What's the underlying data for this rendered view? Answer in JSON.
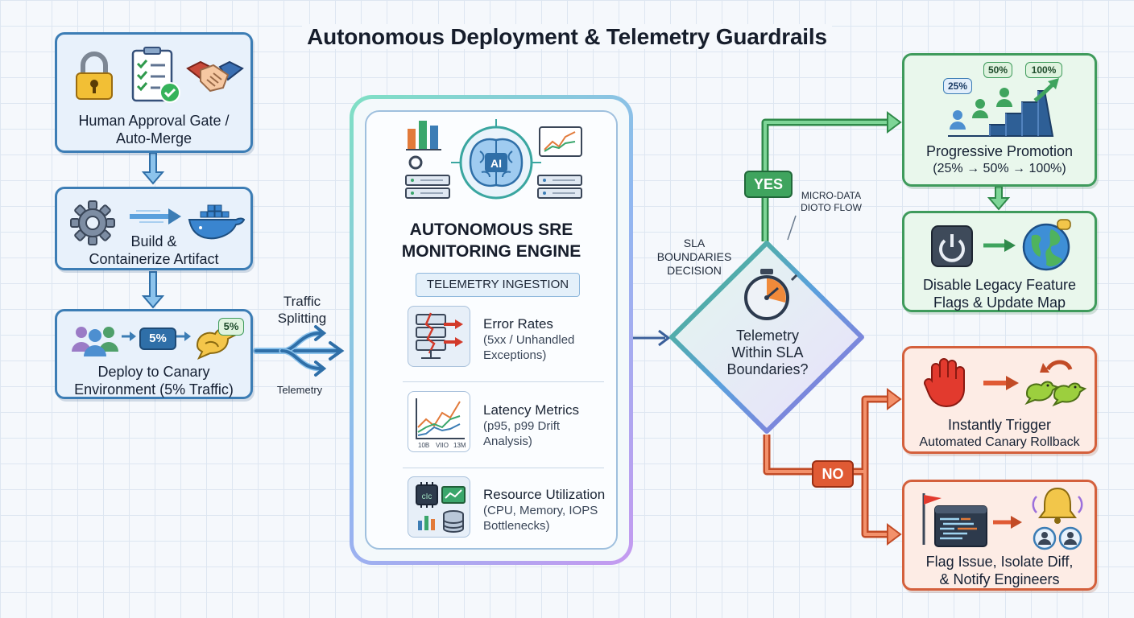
{
  "title": "Autonomous Deployment & Telemetry Guardrails",
  "left_pipeline": {
    "approval": {
      "line1": "Human Approval Gate /",
      "line2": "Auto-Merge"
    },
    "build": {
      "line1": "Build &",
      "line2": "Containerize Artifact"
    },
    "canary": {
      "line1": "Deploy to Canary",
      "line2": "Environment (5% Traffic)",
      "pct_tag": "5%",
      "bird_tag": "5%"
    }
  },
  "split_labels": {
    "traffic_line1": "Traffic",
    "traffic_line2": "Splitting",
    "telemetry": "Telemetry"
  },
  "engine": {
    "ai_label": "AI",
    "title_line1": "AUTONOMOUS SRE",
    "title_line2": "MONITORING ENGINE",
    "ingestion_label": "TELEMETRY INGESTION",
    "rows": [
      {
        "title": "Error Rates",
        "sub1": "(5xx / Unhandled",
        "sub2": "Exceptions)"
      },
      {
        "title": "Latency Metrics",
        "sub1": "(p95, p99 Drift",
        "sub2": "Analysis)",
        "ticks": [
          "10B",
          "VIIO",
          "13M"
        ]
      },
      {
        "title": "Resource Utilization",
        "sub1": "(CPU, Memory, IOPS",
        "sub2": "Bottlenecks)",
        "chip_label": "cIc"
      }
    ]
  },
  "decision": {
    "sla_line1": "SLA",
    "sla_line2": "BOUNDARIES",
    "sla_line3": "DECISION",
    "micro_line1": "MICRO-DATA",
    "micro_line2": "DIOTO FLOW",
    "diamond_line1": "Telemetry",
    "diamond_line2": "Within SLA",
    "diamond_line3": "Boundaries?",
    "yes": "YES",
    "no": "NO"
  },
  "outcomes": {
    "promotion": {
      "line1": "Progressive Promotion",
      "line2": "(25% → 50% → 100%)",
      "tags": [
        "25%",
        "50%",
        "100%"
      ]
    },
    "flags": {
      "line1": "Disable Legacy Feature",
      "line2": "Flags & Update Map"
    },
    "rollback": {
      "line1": "Instantly Trigger",
      "line2": "Automated Canary Rollback"
    },
    "notify": {
      "line1": "Flag Issue, Isolate Diff,",
      "line2": "& Notify Engineers"
    }
  },
  "colors": {
    "blue": "#3c7db5",
    "green": "#3f9b5c",
    "red": "#d4603c",
    "engine_gradient": [
      "#7fe0c4",
      "#8fb8f0",
      "#c59af0"
    ]
  }
}
